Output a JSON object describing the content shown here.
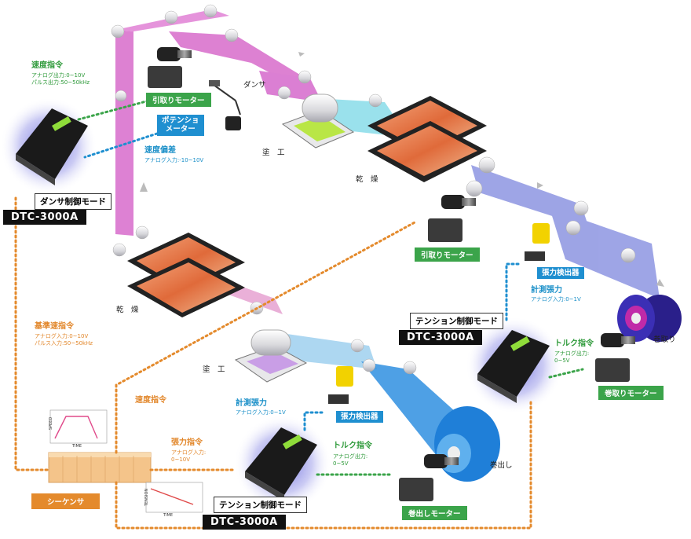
{
  "dancer_unit": {
    "speed_cmd": {
      "title": "速度指令",
      "line1": "アナログ出力:0~10V",
      "line2": "パルス出力:50~50kHz"
    },
    "speed_dev": {
      "title": "速度偏差",
      "line1": "アナログ入力:-10~10V"
    },
    "potentiometer": "ポテンショ\nメーター",
    "pull_motor": "引取りモーター",
    "dancer": "ダンサ",
    "mode": "ダンサ制御モード",
    "model": "DTC-3000A"
  },
  "upper_line": {
    "coating": "塗　工",
    "drying": "乾　燥",
    "pull_motor": "引取りモーター",
    "tension_detector": "張力検出器",
    "measured_tension": {
      "title": "計測張力",
      "line1": "アナログ入力:0~1V"
    },
    "mode": "テンション制御モード",
    "model": "DTC-3000A",
    "torque_cmd": {
      "title": "トルク指令",
      "line1": "アナログ出力:",
      "line2": "0~5V"
    },
    "winder_motor": "巻取りモーター",
    "winder": "巻取り"
  },
  "lower_line": {
    "drying": "乾　燥",
    "coating": "塗　工",
    "tension_detector": "張力検出器",
    "measured_tension": {
      "title": "計測張力",
      "line1": "アナログ入力:0~1V"
    },
    "mode": "テンション制御モード",
    "model": "DTC-3000A",
    "torque_cmd": {
      "title": "トルク指令",
      "line1": "アナログ出力:",
      "line2": "0~5V"
    },
    "unwinder_motor": "巻出しモーター",
    "unwinder": "巻出し"
  },
  "sequencer": {
    "label": "シーケンサ",
    "base_speed": {
      "title": "基準速指令",
      "line1": "アナログ入力:0~10V",
      "line2": "パルス入力:50~50kHz"
    },
    "speed_cmd": "速度指令",
    "tension_cmd": {
      "title": "張力指令",
      "line1": "アナログ入力:",
      "line2": "0~10V"
    },
    "speed_graph": {
      "y": "SPEED",
      "x": "TIME"
    },
    "tension_graph": {
      "y": "TENSION",
      "x": "TIME"
    }
  },
  "colors": {
    "green": "#3ba44a",
    "blue": "#1f8fd0",
    "orange": "#e48a2c",
    "web_pink": "#d65fc8",
    "web_blue": "#2f8fe0"
  }
}
